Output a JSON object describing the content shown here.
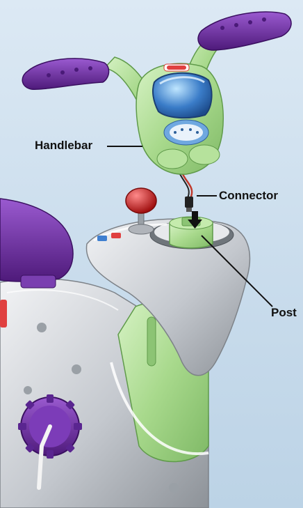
{
  "labels": {
    "handlebar": "Handlebar",
    "connector": "Connector",
    "post": "Post"
  },
  "colors": {
    "background": "#c9dcec",
    "green_plastic": "#a8d98c",
    "purple_plastic": "#6b2aa0",
    "gray_plastic": "#b8bcc2",
    "red_knob": "#c81e1e",
    "screen_blue": "#3a7cc8",
    "leader_line": "#111111"
  },
  "icons": [
    "handlebar-illustration",
    "connector-cable-icon",
    "insert-arrow-icon",
    "post-illustration",
    "red-knob-icon",
    "pedal-wheel-icon"
  ]
}
